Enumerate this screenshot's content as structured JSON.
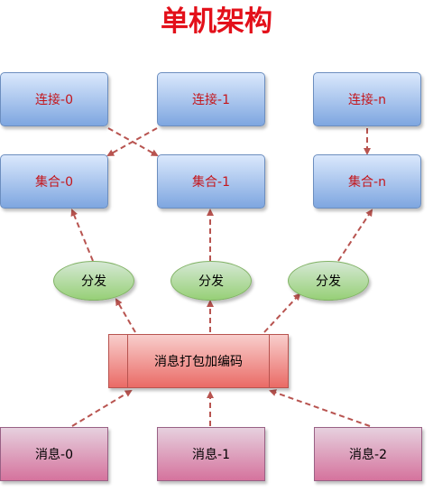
{
  "title": "单机架构",
  "connections": [
    "连接-0",
    "连接-1",
    "连接-n"
  ],
  "sets": [
    "集合-0",
    "集合-1",
    "集合-n"
  ],
  "dispatch": [
    "分发",
    "分发",
    "分发"
  ],
  "encoder": "消息打包加编码",
  "messages": [
    "消息-0",
    "消息-1",
    "消息-2"
  ],
  "colors": {
    "title": "#e3101a",
    "arrow": "#b85450",
    "node_text_red": "#c4161c"
  }
}
